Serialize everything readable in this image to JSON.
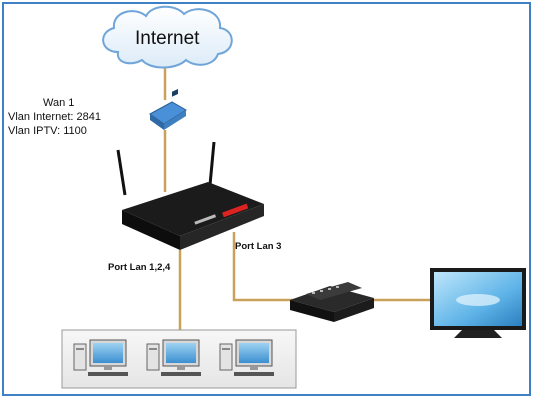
{
  "labels": {
    "internet": "Internet",
    "wan": "Wan 1",
    "vlan_internet": "Vlan Internet: 2841",
    "vlan_iptv": "Vlan IPTV: 1100",
    "port_lan3": "Port Lan 3",
    "port_lan124": "Port Lan 1,2,4"
  },
  "colors": {
    "frame": "#3f7fc4",
    "cable": "#c9a15a",
    "cloud_stroke": "#6fa5d9",
    "router": "#1b1b1b",
    "screen": "#5fb4e8"
  },
  "icons": [
    "cloud-icon",
    "media-converter-icon",
    "router-icon",
    "settop-box-icon",
    "tv-icon",
    "pc-icon"
  ]
}
